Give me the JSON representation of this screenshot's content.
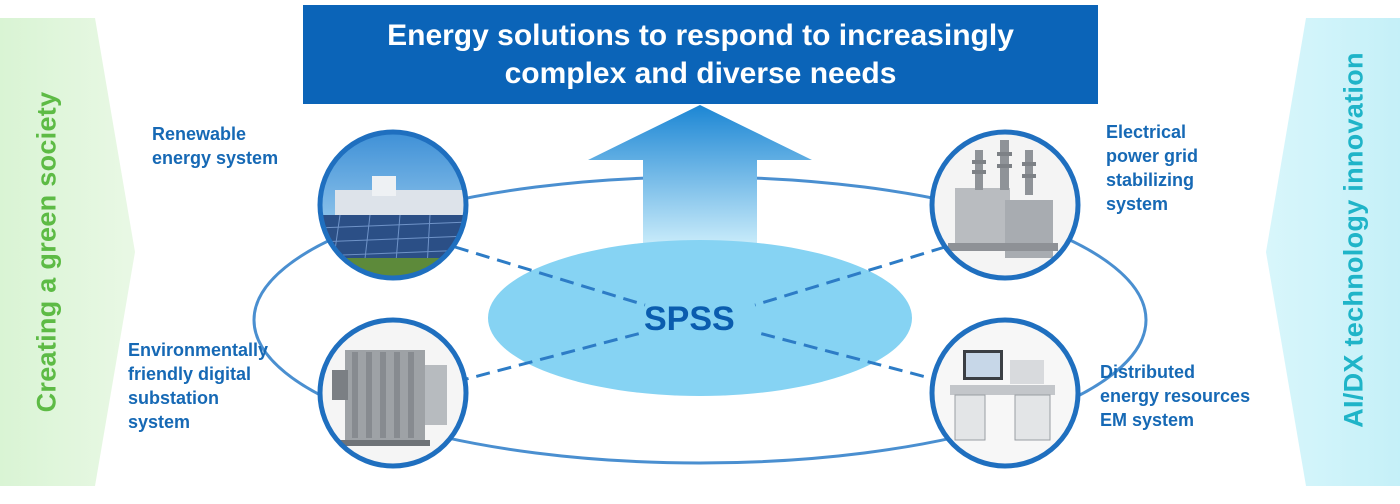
{
  "title": {
    "line1": "Energy solutions to respond to increasingly",
    "line2": "complex and diverse needs"
  },
  "left_banner": {
    "text": "Creating a green society",
    "color": "#5dbb45"
  },
  "right_banner": {
    "text": "AI/DX technology innovation",
    "color": "#1fb4c8"
  },
  "center": {
    "label": "SPSS"
  },
  "nodes": {
    "renewable": {
      "lines": [
        "Renewable",
        "energy system"
      ]
    },
    "grid": {
      "lines": [
        "Electrical",
        "power grid",
        "stabilizing",
        "system"
      ]
    },
    "substation": {
      "lines": [
        "Environmentally",
        "friendly digital",
        "substation",
        "system"
      ]
    },
    "distributed": {
      "lines": [
        "Distributed",
        "energy resources",
        "EM system"
      ]
    }
  },
  "colors": {
    "title_bg": "#0b64b8",
    "label_text": "#1669b5",
    "ellipse_stroke": "#4a8fd0",
    "center_fill": "#86d3f3"
  }
}
